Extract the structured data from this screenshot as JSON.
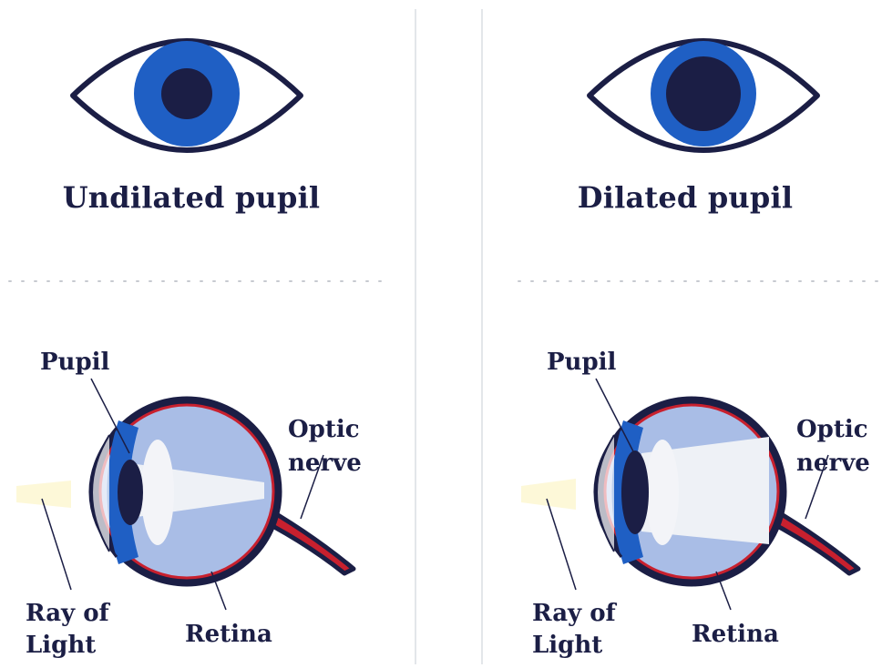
{
  "panels": [
    {
      "title": "Undilated pupil",
      "labels": {
        "pupil": "Pupil",
        "optic_line1": "Optic",
        "optic_line2": "nerve",
        "ray_line1": "Ray of",
        "ray_line2": "Light",
        "retina": "Retina"
      }
    },
    {
      "title": "Dilated pupil",
      "labels": {
        "pupil": "Pupil",
        "optic_line1": "Optic",
        "optic_line2": "nerve",
        "ray_line1": "Ray of",
        "ray_line2": "Light",
        "retina": "Retina"
      }
    }
  ],
  "colors": {
    "navy": "#1b1e45",
    "iris_blue": "#1f5fc4",
    "eyeball_light": "#a9bde6",
    "optic_red": "#c8202e",
    "light_beam": "#fdf8d8"
  }
}
